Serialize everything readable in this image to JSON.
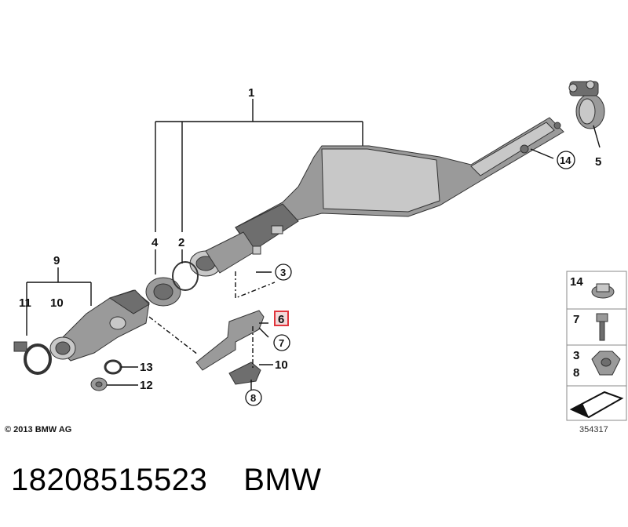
{
  "callouts": {
    "c1": "1",
    "c2": "2",
    "c3": "3",
    "c4": "4",
    "c5": "5",
    "c6": "6",
    "c7": "7",
    "c8": "8",
    "c9": "9",
    "c10a": "10",
    "c10b": "10",
    "c11": "11",
    "c12": "12",
    "c13": "13",
    "c14": "14"
  },
  "legend": {
    "row1": {
      "label": "14"
    },
    "row2": {
      "label": "7"
    },
    "row3": {
      "label_top": "3",
      "label_bottom": "8"
    }
  },
  "highlight_color": "#e0343c",
  "copyright": "© 2013 BMW AG",
  "diagram_number": "354317",
  "part_number": "18208515523",
  "brand": "BMW"
}
